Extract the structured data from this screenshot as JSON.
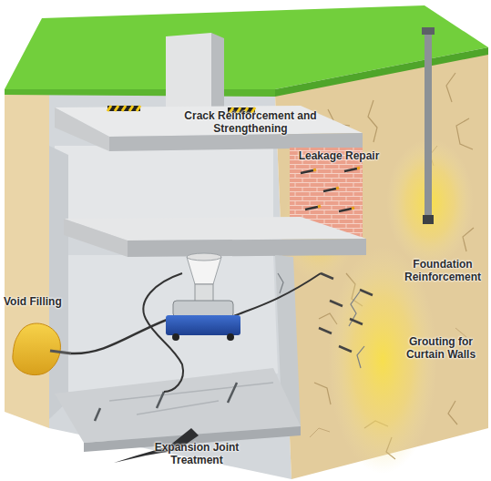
{
  "diagram": {
    "labels": [
      "Crack Reinforcement and Strengthening",
      "Leakage Repair",
      "Void Filling",
      "Foundation Reinforcement",
      "Grouting for Curtain Walls",
      "Expansion Joint Treatment"
    ]
  }
}
